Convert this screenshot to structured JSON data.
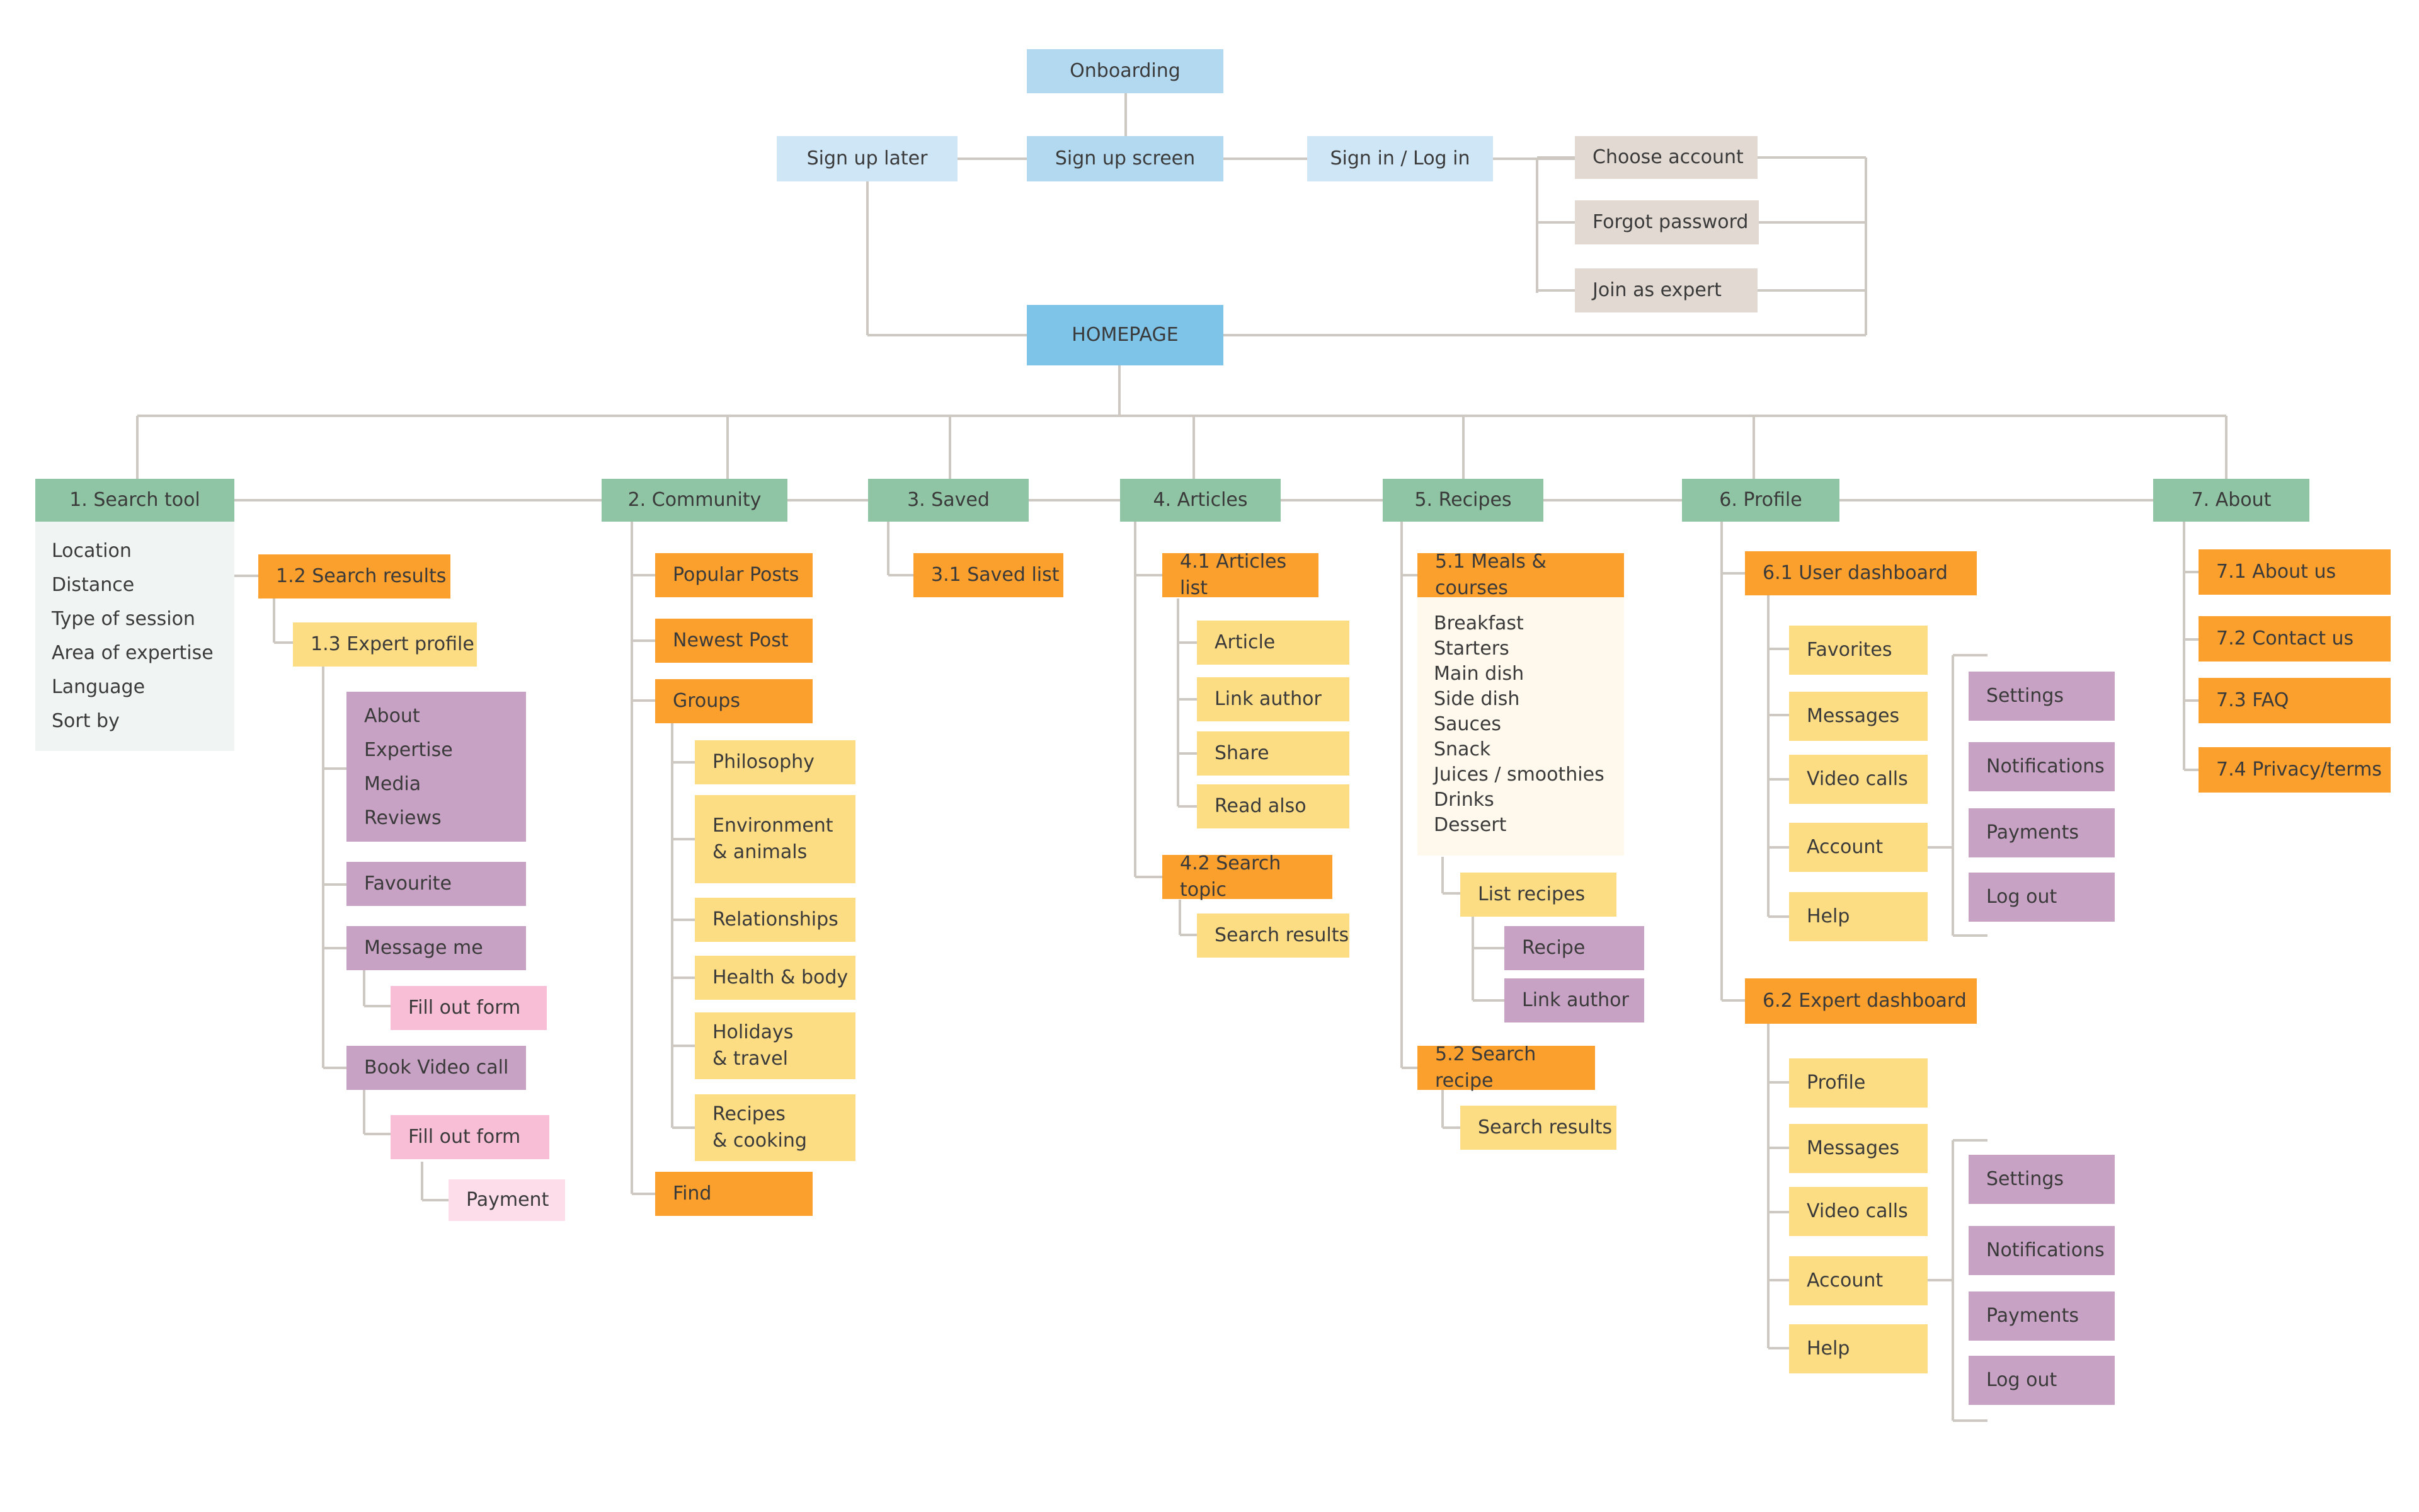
{
  "colors": {
    "onboarding": "#b3d9f0",
    "signup": "#cfe6f7",
    "homepage": "#7ec3e8",
    "auth_option": "#e2d9d2",
    "category": "#8fc4a4",
    "sub_orange": "#fba02c",
    "item_yellow": "#fddd84",
    "item_purple": "#c8a2c4",
    "item_pink": "#f7bed6",
    "item_pink_light": "#fcdde9",
    "panel_grey": "#f0f4f2",
    "panel_cream": "#fff8ec",
    "line": "#cdc8c2"
  },
  "top": {
    "onboarding": "Onboarding",
    "sign_up_later": "Sign up later",
    "sign_up_screen": "Sign up screen",
    "sign_in": "Sign in / Log in",
    "choose_account": "Choose account",
    "forgot_password": "Forgot password",
    "join_as_expert": "Join as expert",
    "homepage": "HOMEPAGE"
  },
  "search": {
    "title": "1. Search tool",
    "filters": "Location\nDistance\nType of session\nArea of expertise\nLanguage\nSort by",
    "results": "1.2 Search results",
    "expert_profile": "1.3 Expert profile",
    "profile_sections": "About\nExpertise\nMedia\nReviews",
    "favourite": "Favourite",
    "message_me": "Message me",
    "fill_out_form_1": "Fill out form",
    "book_video_call": "Book Video call",
    "fill_out_form_2": "Fill out form",
    "payment": "Payment"
  },
  "community": {
    "title": "2. Community",
    "popular_posts": "Popular Posts",
    "newest_post": "Newest Post",
    "groups": "Groups",
    "philosophy": "Philosophy",
    "environment": "Environment\n& animals",
    "relationships": "Relationships",
    "health": "Health & body",
    "holidays": "Holidays\n& travel",
    "recipes_cooking": "Recipes\n& cooking",
    "find": "Find"
  },
  "saved": {
    "title": "3. Saved",
    "saved_list": "3.1 Saved list"
  },
  "articles": {
    "title": "4. Articles",
    "articles_list": "4.1 Articles list",
    "article": "Article",
    "link_author": "Link author",
    "share": "Share",
    "read_also": "Read also",
    "search_topic": "4.2 Search topic",
    "search_results": "Search results"
  },
  "recipes": {
    "title": "5. Recipes",
    "meals": "5.1 Meals & courses",
    "courses": "Breakfast\nStarters\nMain dish\nSide dish\nSauces\nSnack\nJuices / smoothies\nDrinks\nDessert",
    "list_recipes": "List recipes",
    "recipe": "Recipe",
    "link_author": "Link author",
    "search_recipe": "5.2 Search recipe",
    "search_results": "Search results"
  },
  "profile": {
    "title": "6. Profile",
    "user_dashboard": "6.1 User dashboard",
    "user_items": [
      "Favorites",
      "Messages",
      "Video calls",
      "Account",
      "Help"
    ],
    "user_account_items": [
      "Settings",
      "Notifications",
      "Payments",
      "Log out"
    ],
    "expert_dashboard": "6.2 Expert dashboard",
    "expert_items": [
      "Profile",
      "Messages",
      "Video calls",
      "Account",
      "Help"
    ],
    "expert_account_items": [
      "Settings",
      "Notifications",
      "Payments",
      "Log out"
    ]
  },
  "about": {
    "title": "7. About",
    "about_us": "7.1 About us",
    "contact_us": "7.2 Contact us",
    "faq": "7.3 FAQ",
    "privacy": "7.4 Privacy/terms"
  }
}
